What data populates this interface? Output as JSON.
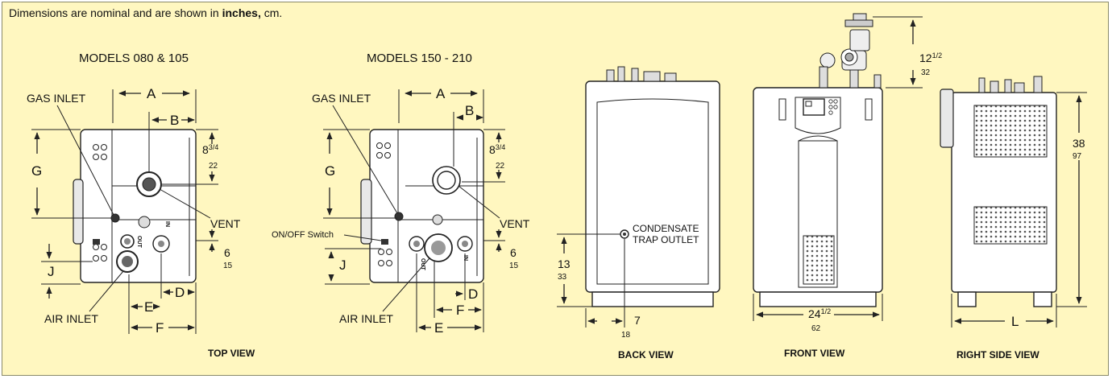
{
  "note": {
    "prefix": "Dimensions are nominal and are shown in ",
    "bold": "inches,",
    "suffix": " cm."
  },
  "views": {
    "top_small": {
      "heading": "MODELS 080 & 105",
      "caption": "TOP VIEW"
    },
    "top_large": {
      "heading": "MODELS 150 - 210"
    },
    "back": {
      "caption": "BACK VIEW"
    },
    "front": {
      "caption": "FRONT VIEW"
    },
    "side": {
      "caption": "RIGHT SIDE VIEW"
    }
  },
  "labels": {
    "gas_inlet": "GAS INLET",
    "vent": "VENT",
    "air_inlet": "AIR INLET",
    "on_off_switch": "ON/OFF Switch",
    "condensate_1": "CONDENSATE",
    "condensate_2": "TRAP OUTLET",
    "out": "OUT",
    "in": "IN"
  },
  "dimensions": {
    "A": "A",
    "B": "B",
    "D": "D",
    "E": "E",
    "F": "F",
    "G": "G",
    "J": "J",
    "L": "L",
    "depth_in": "8",
    "depth_frac": "3/4",
    "depth_cm": "22",
    "six_in": "6",
    "six_cm": "15",
    "thirteen_in": "13",
    "thirteen_cm": "33",
    "seven_in": "7",
    "seven_cm": "18",
    "width_in": "24",
    "width_frac": "1/2",
    "width_cm": "62",
    "top_in": "12",
    "top_frac": "1/2",
    "top_cm": "32",
    "height_in": "38",
    "height_cm": "97"
  },
  "colors": {
    "background": "#fff7c0",
    "line": "#222222"
  }
}
